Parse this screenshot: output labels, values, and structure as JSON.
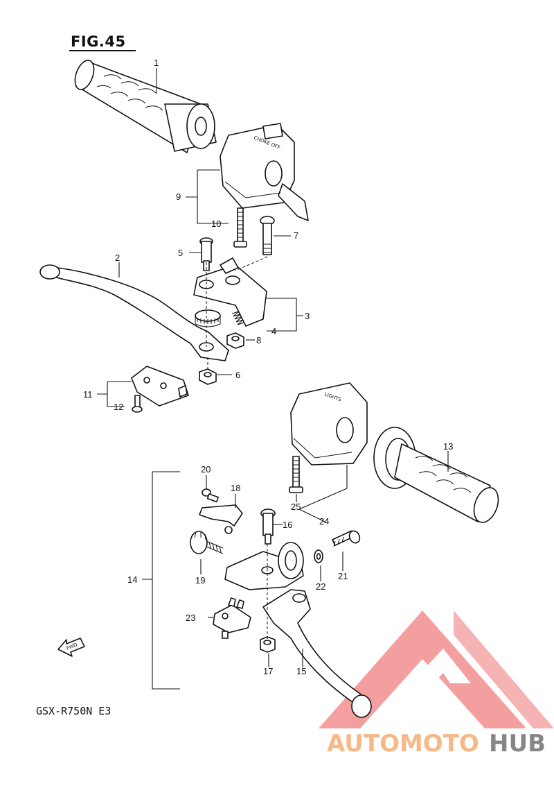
{
  "figure": {
    "title": "FIG.45",
    "model_code": "GSX-R750N  E3"
  },
  "fwd_label": "FWD",
  "switch_labels": {
    "left_housing": "CHOKE  OFF",
    "right_housing": "LIGHTS"
  },
  "parts": [
    {
      "no": "1"
    },
    {
      "no": "2"
    },
    {
      "no": "3"
    },
    {
      "no": "4"
    },
    {
      "no": "5"
    },
    {
      "no": "6"
    },
    {
      "no": "7"
    },
    {
      "no": "8"
    },
    {
      "no": "9"
    },
    {
      "no": "10"
    },
    {
      "no": "11"
    },
    {
      "no": "12"
    },
    {
      "no": "13"
    },
    {
      "no": "14"
    },
    {
      "no": "15"
    },
    {
      "no": "16"
    },
    {
      "no": "17"
    },
    {
      "no": "18"
    },
    {
      "no": "19"
    },
    {
      "no": "20"
    },
    {
      "no": "21"
    },
    {
      "no": "22"
    },
    {
      "no": "23"
    },
    {
      "no": "24"
    },
    {
      "no": "25"
    }
  ],
  "watermark": {
    "text_part1": "AUTOMOTO",
    "text_part2": "HUB",
    "color_red": "#f08080",
    "color_orange": "#f6b27a",
    "color_gray": "#7a7a7a"
  }
}
